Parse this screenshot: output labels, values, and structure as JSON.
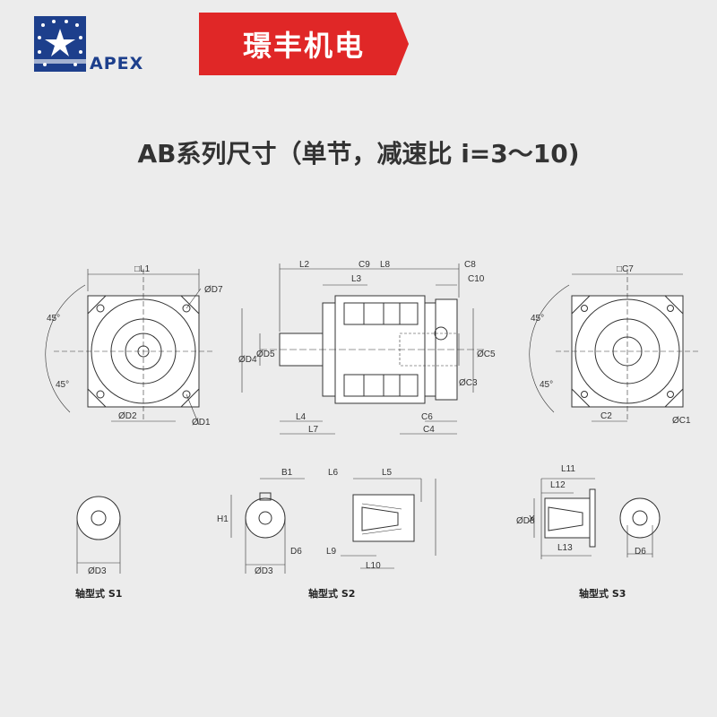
{
  "logo": {
    "brand": "APEX"
  },
  "banner": {
    "text": "璟丰机电"
  },
  "title": "AB系列尺寸（单节，减速比 i=3～10)",
  "front_view": {
    "labels": [
      "□L1",
      "ØD7",
      "ØD2",
      "ØD1",
      "45°",
      "45°"
    ]
  },
  "side_view": {
    "labels": [
      "L2",
      "C9",
      "L8",
      "C8",
      "L3",
      "C10",
      "ØD4",
      "ØD5",
      "ØC5",
      "ØC3",
      "L4",
      "L7",
      "C6",
      "C4"
    ]
  },
  "rear_view": {
    "labels": [
      "□C7",
      "C2",
      "ØC1",
      "45°",
      "45°"
    ]
  },
  "shaft_s1": {
    "labels": [
      "ØD3"
    ],
    "caption": "轴型式 S1"
  },
  "shaft_s2": {
    "labels": [
      "B1",
      "L6",
      "L5",
      "H1",
      "D6",
      "ØD3",
      "L9",
      "L10"
    ],
    "caption": "轴型式 S2"
  },
  "shaft_s3": {
    "labels": [
      "L11",
      "L12",
      "ØD8",
      "X",
      "L13",
      "D6"
    ],
    "caption": "轴型式 S3"
  },
  "colors": {
    "brand_blue": "#1d3f8c",
    "banner_red": "#e02727",
    "line": "#333333"
  }
}
